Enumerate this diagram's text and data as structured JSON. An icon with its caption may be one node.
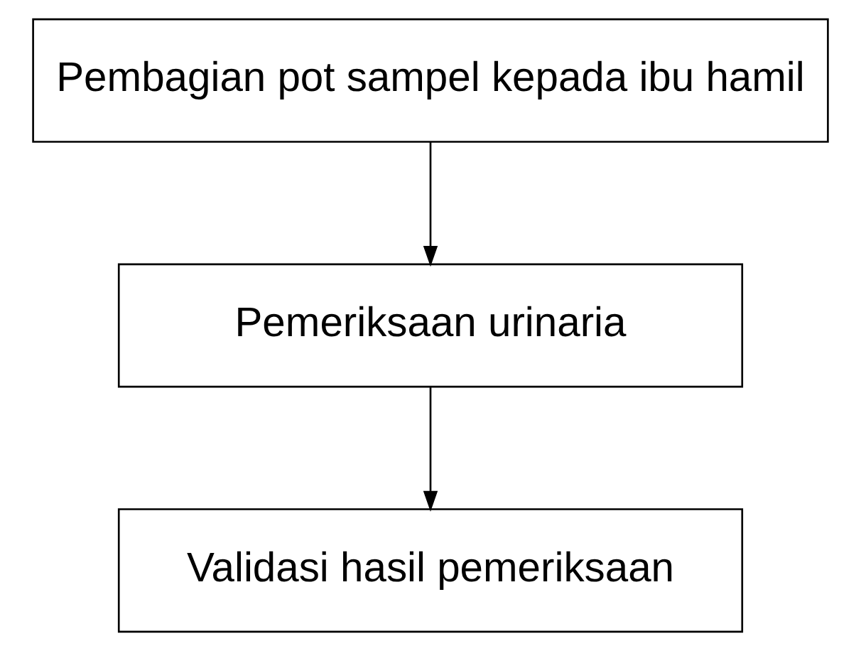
{
  "diagram": {
    "nodes": [
      {
        "text": [
          "Pembagian pot sampel kepada ibu hamil"
        ]
      },
      {
        "text": [
          "Pemeriksaan urinaria"
        ]
      },
      {
        "text": [
          "Validasi hasil pemeriksaan"
        ]
      }
    ],
    "edges": [
      {
        "from": 0,
        "to": 1,
        "arrow": "to"
      },
      {
        "from": 1,
        "to": 2,
        "arrow": "to"
      }
    ]
  }
}
